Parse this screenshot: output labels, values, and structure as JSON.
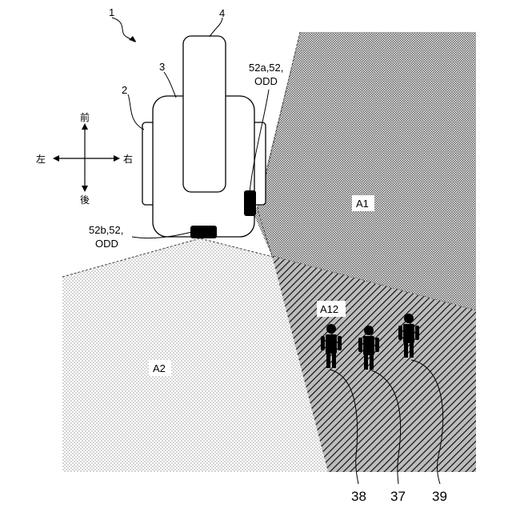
{
  "labels": {
    "machine_ref": "1",
    "body_ref": "2",
    "cab_ref": "3",
    "boom_ref": "4",
    "sensor_right": "52a,52,",
    "sensor_right_odd": "ODD",
    "sensor_rear": "52b,52,",
    "sensor_rear_odd": "ODD"
  },
  "directions": {
    "front": "前",
    "rear": "後",
    "left": "左",
    "right": "右"
  },
  "areas": {
    "a1": "A1",
    "a2": "A2",
    "a12": "A12"
  },
  "person_refs": {
    "p38": "38",
    "p37": "37",
    "p39": "39"
  }
}
